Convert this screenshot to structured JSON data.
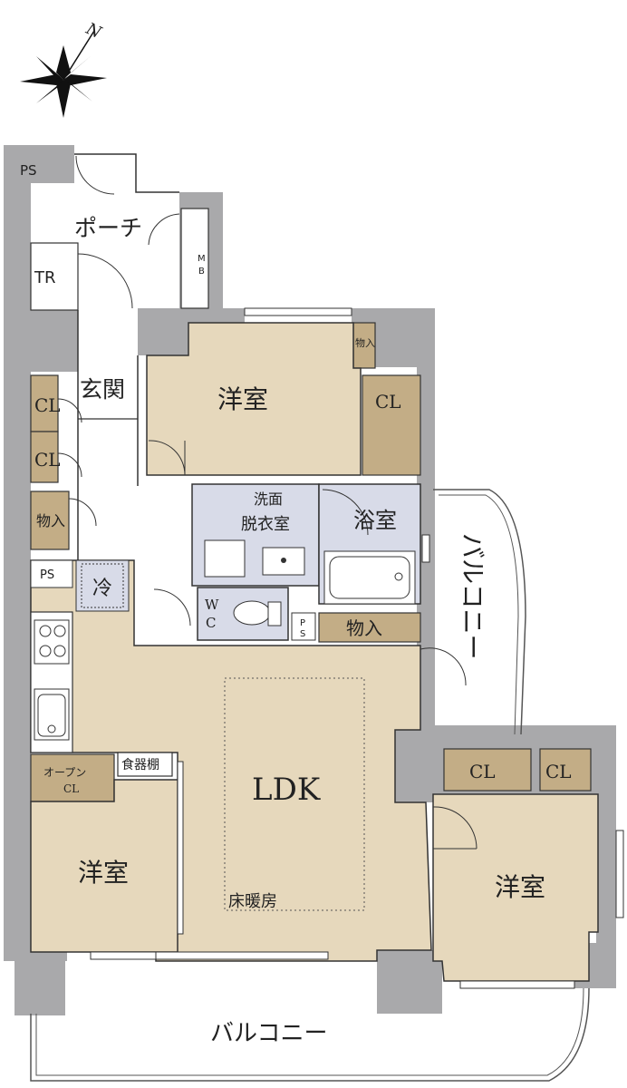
{
  "colors": {
    "wall": "#a9a9ab",
    "room_beige": "#e6d8bc",
    "storage_brown": "#c3ad86",
    "wet_area_blue": "#d8dbe8",
    "line": "#333333",
    "background": "#ffffff"
  },
  "icons": {
    "compass": "north-compass-icon",
    "cooktop": "cooktop-icon",
    "sink": "kitchen-sink-icon",
    "bathtub": "bathtub-icon",
    "toilet": "toilet-icon",
    "washbasin": "washbasin-icon"
  },
  "compass": {
    "north_label": "N"
  },
  "labels": {
    "ps_top": "PS",
    "porch": "ポーチ",
    "tr": "TR",
    "mb": "MB",
    "genkan": "玄関",
    "cl_entry_1": "CL",
    "cl_entry_2": "CL",
    "mono_entry": "物入",
    "ps_kitchen": "PS",
    "fridge": "冷",
    "open_cl_line1": "オープン",
    "open_cl_line2": "CL",
    "shokkidana": "食器棚",
    "room_nw": "洋室",
    "room_nw_mono": "物入",
    "room_nw_cl": "CL",
    "senmen_line1": "洗面",
    "senmen_line2": "脱衣室",
    "bath": "浴室",
    "wc_line1": "W",
    "wc_line2": "C",
    "ps_mid_1": "P",
    "ps_mid_2": "S",
    "mono_hall": "物入",
    "balcony_east": "バルコニー",
    "ldk": "LDK",
    "floor_heating": "床暖房",
    "room_sw": "洋室",
    "room_se": "洋室",
    "cl_se_1": "CL",
    "cl_se_2": "CL",
    "balcony_south": "バルコニー"
  }
}
